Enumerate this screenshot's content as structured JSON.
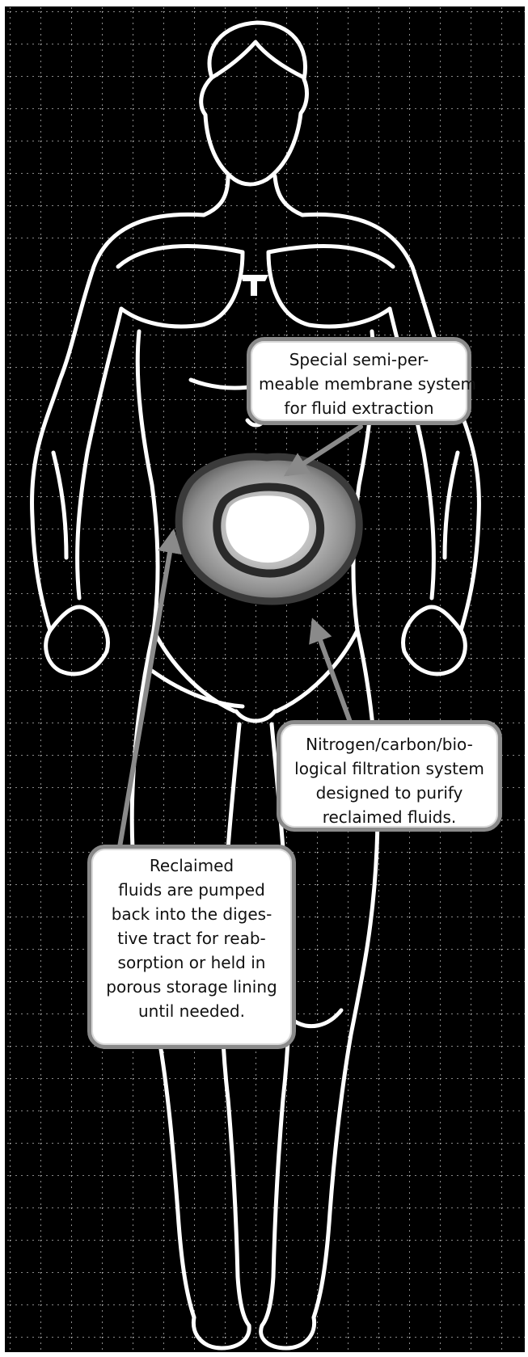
{
  "colors": {
    "background": "#000000",
    "grid": "#d8d8d8",
    "outline": "#ffffff",
    "arrow": "#8a8a8a",
    "callout_border": "#8a8a8a",
    "organ_outer": "#7a7a7a",
    "organ_ring": "#2a2a2a"
  },
  "callouts": {
    "membrane": {
      "lines": [
        "Special semi-per-",
        "meable membrane system",
        "for fluid extraction"
      ]
    },
    "filtration": {
      "lines": [
        "Nitrogen/carbon/bio-",
        "logical filtration system",
        "designed to purify",
        "reclaimed fluids."
      ]
    },
    "reclaimed": {
      "lines": [
        "Reclaimed",
        "fluids are pumped",
        "back into the diges-",
        "tive tract for reab-",
        "sorption or held in",
        "porous storage lining",
        "until needed."
      ]
    }
  },
  "figure": {
    "chest_emblem_icon": "emblem-icon"
  }
}
